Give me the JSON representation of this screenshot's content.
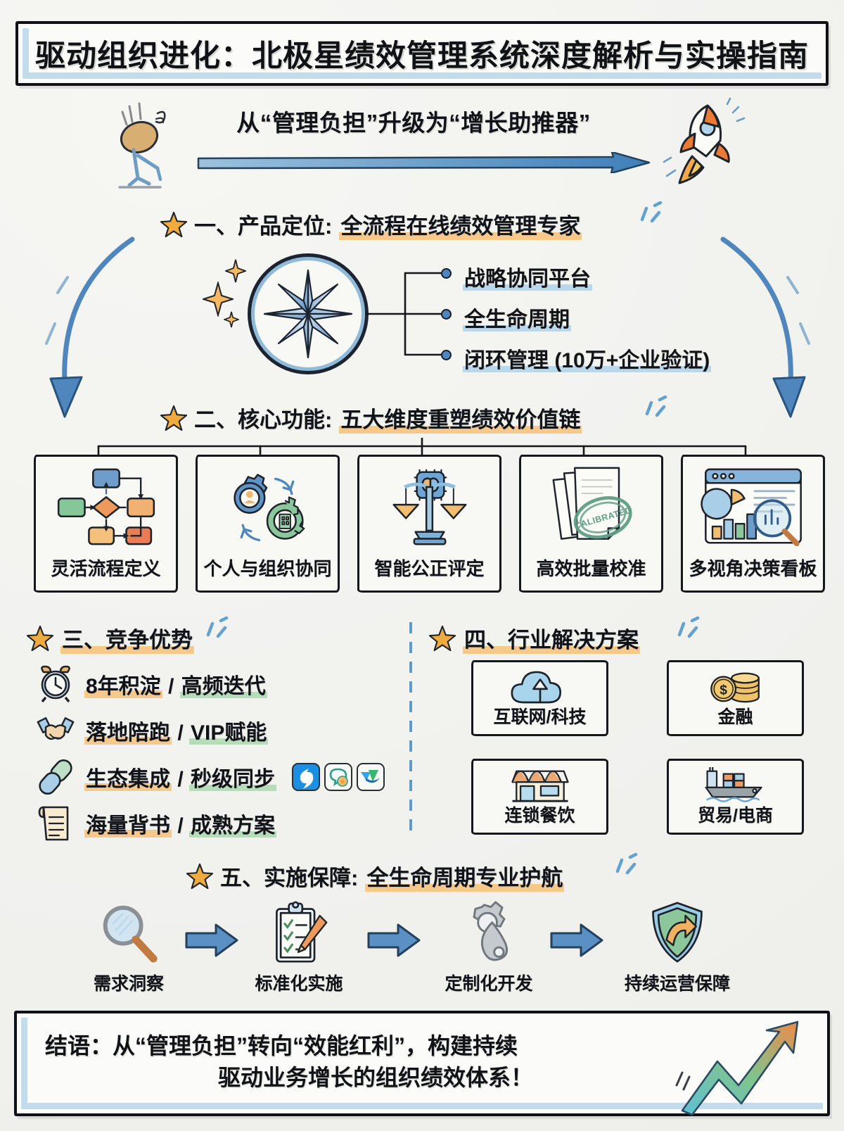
{
  "title": "驱动组织进化：北极星绩效管理系统深度解析与实操指南",
  "subtitle": {
    "text": "从“管理负担”升级为“增长助推器”",
    "left_icon": "tired-person-icon",
    "right_icon": "rocket-icon",
    "arrow": "right-arrow"
  },
  "sections": {
    "one": {
      "heading_prefix": "一、产品定位:",
      "heading_highlight": "全流程在线绩效管理专家",
      "star_icon": "star-icon",
      "center_icon": "compass-rose-icon",
      "bullets": [
        "战略协同平台",
        "全生命周期",
        "闭环管理 (10万+企业验证)"
      ]
    },
    "two": {
      "heading_prefix": "二、核心功能:",
      "heading_highlight": "五大维度重塑绩效价值链",
      "star_icon": "star-icon",
      "cards": [
        {
          "label": "灵活流程定义",
          "icon": "flowchart-icon"
        },
        {
          "label": "个人与组织协同",
          "icon": "gears-people-icon"
        },
        {
          "label": "智能公正评定",
          "icon": "ai-balance-scale-icon"
        },
        {
          "label": "高效批量校准",
          "icon": "calibrated-documents-icon",
          "stamp": "CALIBRATED"
        },
        {
          "label": "多视角决策看板",
          "icon": "dashboard-magnifier-icon"
        }
      ]
    },
    "three": {
      "heading": "三、竞争优势",
      "star_icon": "star-icon",
      "items": [
        {
          "icon": "alarm-clock-icon",
          "left": "8年积淀",
          "sep": " / ",
          "right": "高频迭代"
        },
        {
          "icon": "handshake-icon",
          "left": "落地陪跑",
          "sep": " / ",
          "right": "VIP赋能"
        },
        {
          "icon": "link-chain-icon",
          "left": "生态集成",
          "sep": " / ",
          "right": "秒级同步",
          "badges": [
            "dingtalk-icon",
            "wecom-icon",
            "feishu-icon"
          ]
        },
        {
          "icon": "scroll-document-icon",
          "left": "海量背书",
          "sep": " / ",
          "right": "成熟方案"
        }
      ]
    },
    "four": {
      "heading": "四、行业解决方案",
      "star_icon": "star-icon",
      "cards": [
        {
          "label": "互联网/科技",
          "icon": "cloud-upload-icon"
        },
        {
          "label": "金融",
          "icon": "gold-coins-icon"
        },
        {
          "label": "连锁餐饮",
          "icon": "storefront-icon"
        },
        {
          "label": "贸易/电商",
          "icon": "cargo-ship-icon"
        }
      ]
    },
    "five": {
      "heading_prefix": "五、实施保障:",
      "heading_highlight": "全生命周期专业护航",
      "star_icon": "star-icon",
      "steps": [
        {
          "label": "需求洞察",
          "icon": "magnifier-icon"
        },
        {
          "label": "标准化实施",
          "icon": "clipboard-checklist-icon"
        },
        {
          "label": "定制化开发",
          "icon": "gear-wrench-icon"
        },
        {
          "label": "持续运营保障",
          "icon": "shield-arrow-icon"
        }
      ],
      "arrow_icon": "right-arrow-icon"
    }
  },
  "conclusion": {
    "line1": "结语：从“管理负担”转向“效能红利”，构建持续",
    "line2": "驱动业务增长的组织绩效体系！",
    "icon": "growth-arrow-chart-icon"
  },
  "colors": {
    "paper": "#f2f2ef",
    "ink": "#15171a",
    "accent_blue": "#4f86bd",
    "highlight_orange": "#f6c98a",
    "highlight_blue": "#b9d8ec",
    "highlight_green": "#b5ddb9",
    "star_gold": "#f0ab3e"
  }
}
